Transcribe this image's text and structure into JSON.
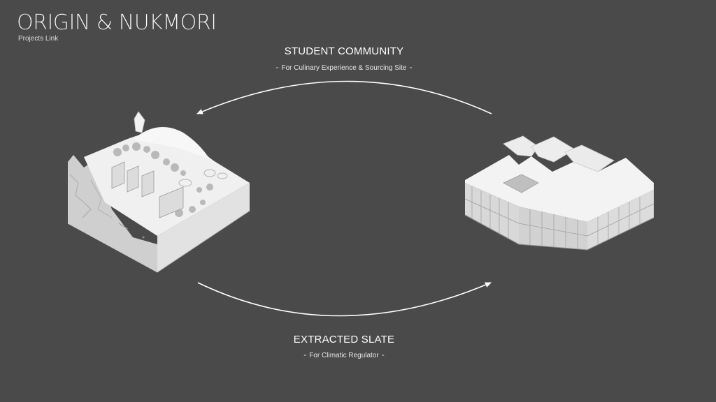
{
  "header": {
    "title": "ORIGIN & NUKMORI",
    "subtitle": "Projects Link"
  },
  "top_link": {
    "heading": "STUDENT COMMUNITY",
    "description": "For Culinary Experience & Sourcing Site",
    "dash": "-"
  },
  "bottom_link": {
    "heading": "EXTRACTED SLATE",
    "description": "For Climatic Regulator",
    "dash": "-"
  },
  "colors": {
    "background": "#4a4a4a",
    "text": "#ffffff",
    "model": "#e8e8e8"
  }
}
